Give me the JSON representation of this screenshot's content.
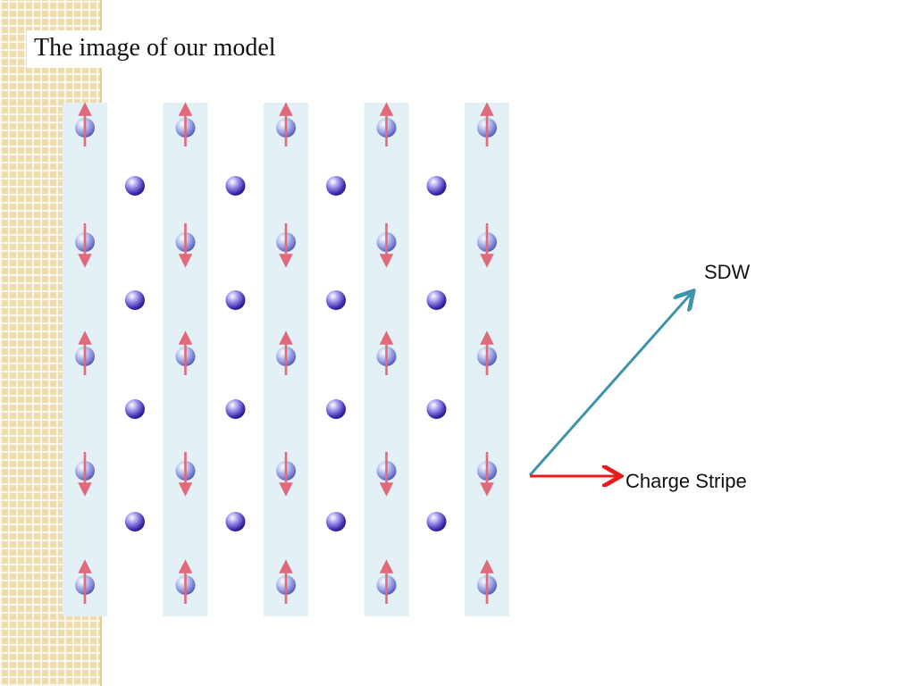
{
  "slide": {
    "title": "The image of our model"
  },
  "diagram": {
    "stripe_columns": 5,
    "spin_rows": [
      "up",
      "down",
      "up",
      "down",
      "up"
    ],
    "interstitial_columns": 4,
    "interstitial_rows": 4,
    "colors": {
      "stripe_fill": "#e3f1f7",
      "atom_dark": "#2c1e8f",
      "atom_light": "#ffffff",
      "spin_arrow": "#e06a7a",
      "sdw_arrow": "#3d93aa",
      "charge_arrow": "#e81c1c",
      "side_pattern": "#eedcae"
    }
  },
  "vectors": {
    "sdw_label": "SDW",
    "charge_label": "Charge Stripe"
  }
}
